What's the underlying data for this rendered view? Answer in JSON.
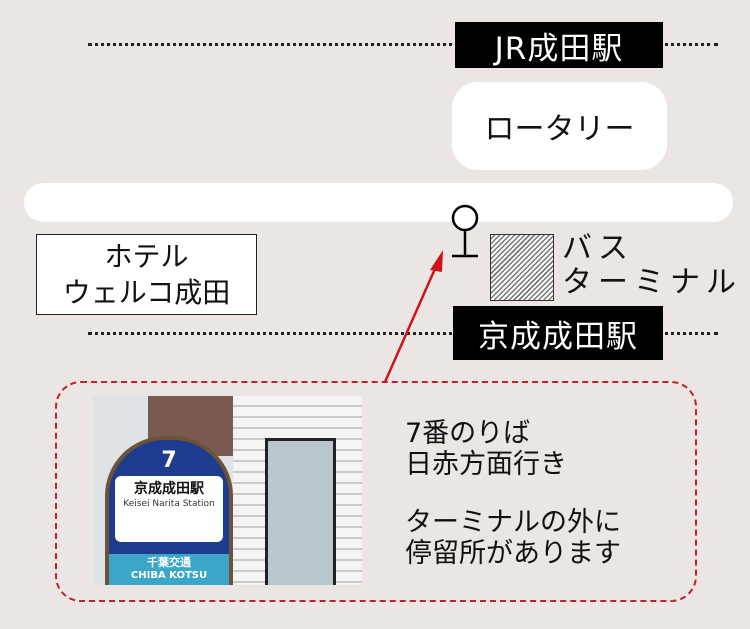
{
  "map": {
    "jr_station": "JR成田駅",
    "rotary": "ロータリー",
    "hotel_line1": "ホテル",
    "hotel_line2": "ウェルコ成田",
    "bus_terminal_line1": "バス",
    "bus_terminal_line2": "ターミナル",
    "keisei_station": "京成成田駅",
    "arrow_color": "#d0121b"
  },
  "callout": {
    "line1": "7番のりば",
    "line2": "日赤方面行き",
    "line3": "ターミナルの外に",
    "line4": "停留所があります",
    "photo": {
      "sign_number": "7",
      "sign_station": "京成成田駅",
      "sign_station_en": "Keisei Narita Station",
      "sign_operator": "千葉交通",
      "sign_operator_en": "CHIBA KOTSU"
    }
  }
}
